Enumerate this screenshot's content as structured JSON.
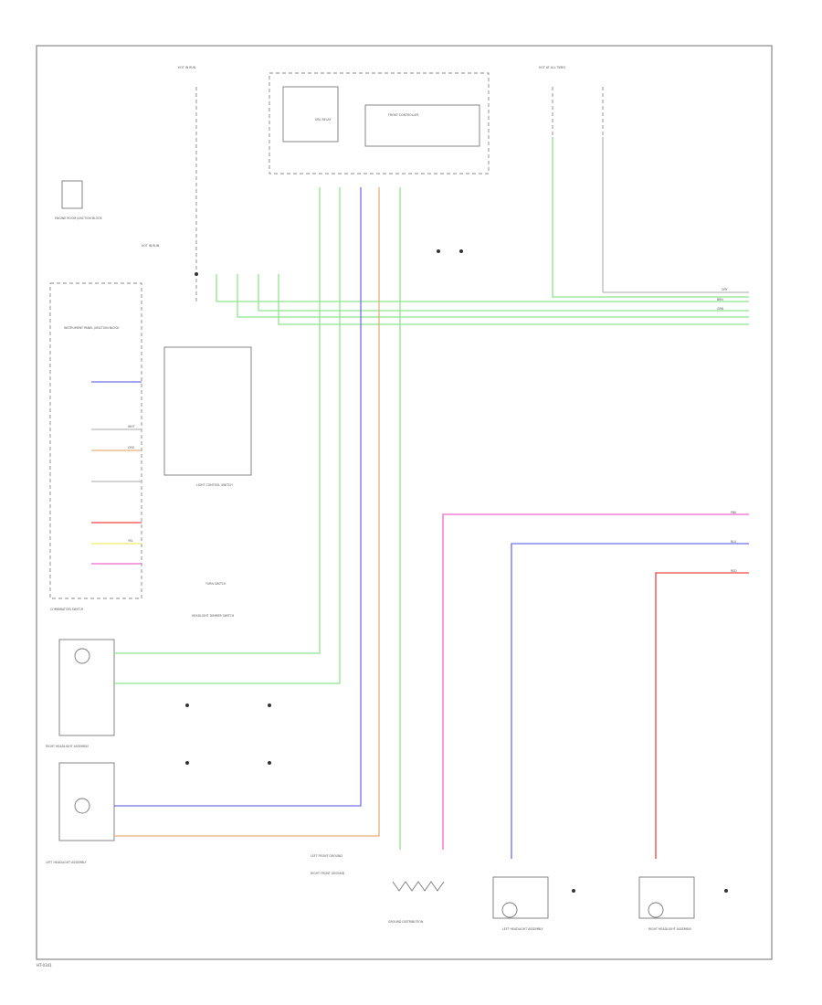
{
  "diagram": {
    "footer_code": "HT-0341",
    "colors": {
      "green": "#8ee58e",
      "blue": "#6f6fe8",
      "orange": "#e8b07a",
      "magenta": "#ee66cc",
      "red": "#ee4444",
      "yellow": "#eeee66",
      "gray": "#bbbbbb"
    },
    "labels": {
      "hot_run_top": "HOT IN RUN",
      "hot_on_off": "HOT AT ALL TIMES",
      "front_controller": "FRONT CONTROLLER",
      "daytime_relay": "DRL RELAY",
      "combination_switch": "COMBINATION SWITCH",
      "light_control_switch": "LIGHT CONTROL SWITCH",
      "turn_switch": "TURN SWITCH",
      "headlight_dimmer": "HEADLIGHT DIMMER SWITCH",
      "right_headlight": "RIGHT HEADLIGHT ASSEMBLY",
      "left_headlight": "LEFT HEADLIGHT ASSEMBLY",
      "ground_dist": "GROUND DISTRIBUTION",
      "left_fog": "LEFT HEADLIGHT ASSEMBLY",
      "right_fog": "RIGHT HEADLIGHT ASSEMBLY",
      "engine_harness": "ENGINE ROOM JUNCTION BLOCK",
      "instrument_panel": "INSTRUMENT PANEL JUNCTION BLOCK",
      "to_left_front": "LEFT FRONT GROUND",
      "to_right_front": "RIGHT FRONT GROUND"
    },
    "wire_codes": {
      "grn": "GRN",
      "blu": "BLU",
      "org": "ORG",
      "pnk": "PNK",
      "red": "RED",
      "yel": "YEL",
      "wht": "WHT",
      "gry": "GRY",
      "brn": "BRN"
    }
  }
}
